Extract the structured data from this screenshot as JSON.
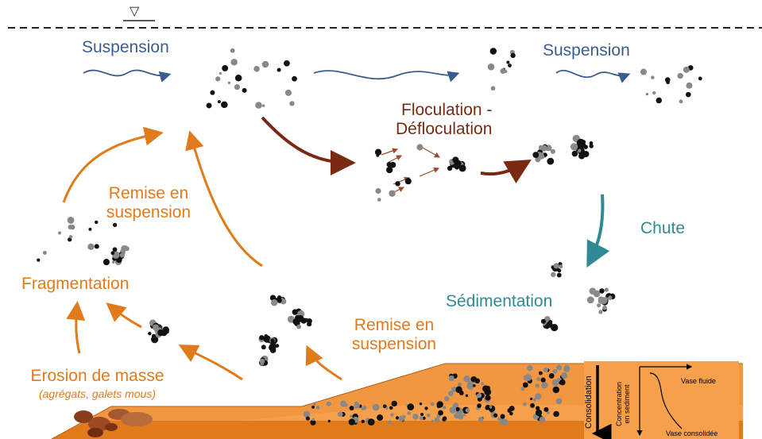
{
  "water_level_symbol": "▽",
  "labels": {
    "suspension_left": "Suspension",
    "suspension_right": "Suspension",
    "floculation_line1": "Floculation -",
    "floculation_line2": "Défloculation",
    "chute": "Chute",
    "sedimentation": "Sédimentation",
    "remise_left_line1": "Remise en",
    "remise_left_line2": "suspension",
    "remise_right_line1": "Remise en",
    "remise_right_line2": "suspension",
    "fragmentation": "Fragmentation",
    "erosion_line1": "Erosion de masse",
    "erosion_line2": "(agrégats, galets mous)"
  },
  "inset": {
    "consolidation": "Consolidation",
    "axis_label_line1": "Concentration",
    "axis_label_line2": "en sediment",
    "vase_fluide": "Vase fluide",
    "vase_consolidee": "Vase consolidée"
  },
  "colors": {
    "blue": "#3a5d8f",
    "brown": "#7a2a12",
    "orange": "#e07a1a",
    "teal": "#2f8a93",
    "sediment_light": "#f6a04b",
    "sediment_dark": "#e07a1a"
  }
}
